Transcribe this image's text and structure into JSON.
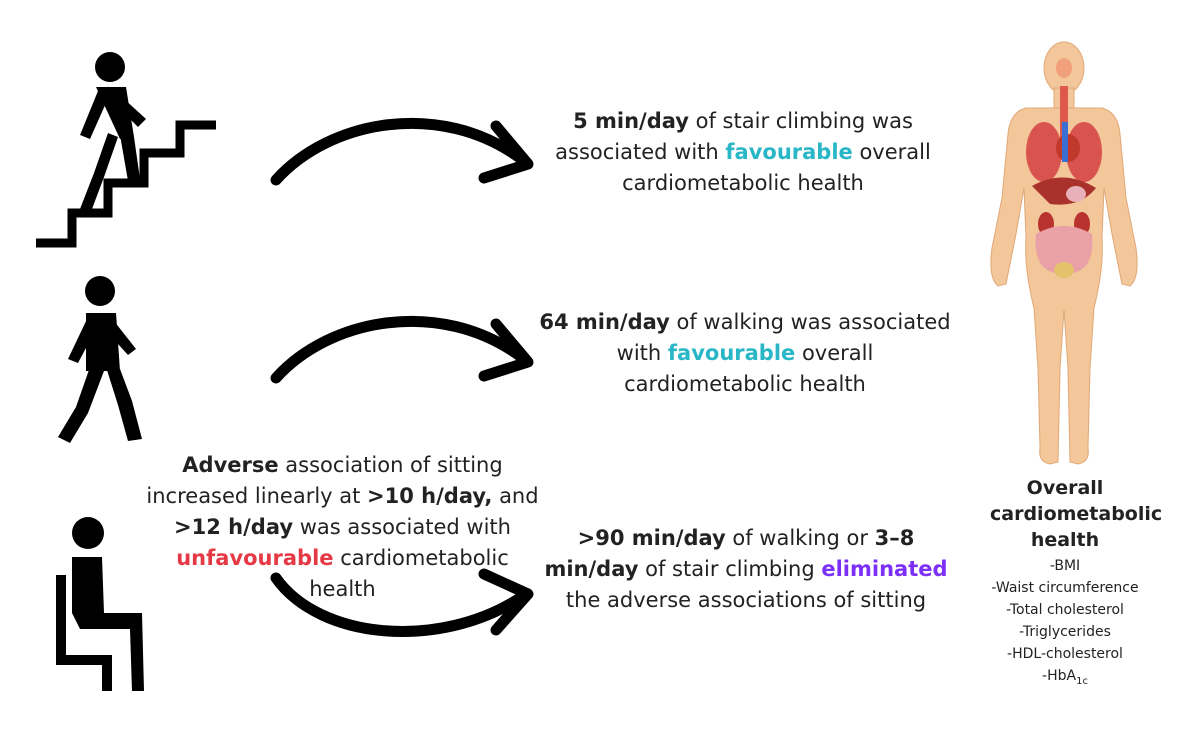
{
  "colors": {
    "favourable": "#29b6c6",
    "unfavourable": "#e63946",
    "eliminated": "#7b2ff7",
    "icon": "#000000"
  },
  "statements": {
    "stairs": {
      "b1": "5 min/day",
      "t1": " of stair climbing was associated with ",
      "hl": "favourable",
      "t2": " overall cardiometabolic health"
    },
    "walking": {
      "b1": "64 min/day",
      "t1": " of walking was associated with ",
      "hl": "favourable",
      "t2": " overall cardiometabolic health"
    },
    "sitting": {
      "b1": "Adverse",
      "t1": " association of sitting increased linearly at ",
      "b2": ">10 h/day,",
      "t2": " and ",
      "b3": ">12 h/day",
      "t3": " was associated with ",
      "hl": "unfavourable",
      "t4": " cardiometabolic health"
    },
    "elimination": {
      "b1": ">90 min/day",
      "t1": " of walking or ",
      "b2": "3–8 min/day",
      "t2": " of stair climbing ",
      "hl": "eliminated",
      "t3": " the adverse associations of sitting"
    }
  },
  "health_label": {
    "title": "Overall cardiometabolic health",
    "items": [
      "-BMI",
      "-Waist circumference",
      "-Total cholesterol",
      "-Triglycerides",
      "-HDL-cholesterol"
    ],
    "hba_prefix": "-HbA",
    "hba_sub": "1c"
  },
  "icons": [
    "stairs-person-icon",
    "walking-person-icon",
    "sitting-person-icon",
    "human-body-organs-icon"
  ]
}
